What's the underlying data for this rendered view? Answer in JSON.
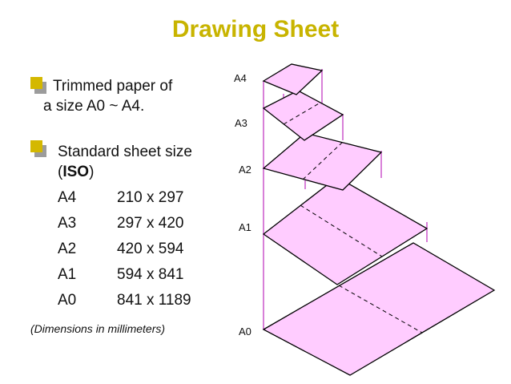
{
  "title": "Drawing  Sheet",
  "colors": {
    "title": "#c8b400",
    "bullet_front": "#d4b800",
    "bullet_back": "#9c9c9c",
    "sheet_fill": "#ffccff",
    "guide_line": "#b000b0"
  },
  "bullets": [
    {
      "line1": "Trimmed paper of",
      "line2": "a size A0 ~ A4."
    },
    {
      "line1": "Standard sheet size",
      "line2_open": "(",
      "line2_bold": "ISO",
      "line2_close": ")"
    }
  ],
  "sizes": [
    {
      "name": "A4",
      "dims": "210 x 297"
    },
    {
      "name": "A3",
      "dims": "297 x 420"
    },
    {
      "name": "A2",
      "dims": "420 x 594"
    },
    {
      "name": "A1",
      "dims": "594 x 841"
    },
    {
      "name": "A0",
      "dims": "841 x 1189"
    }
  ],
  "note": "(Dimensions in millimeters)",
  "diagram_labels": {
    "a4": "A4",
    "a3": "A3",
    "a2": "A2",
    "a1": "A1",
    "a0": "A0"
  }
}
